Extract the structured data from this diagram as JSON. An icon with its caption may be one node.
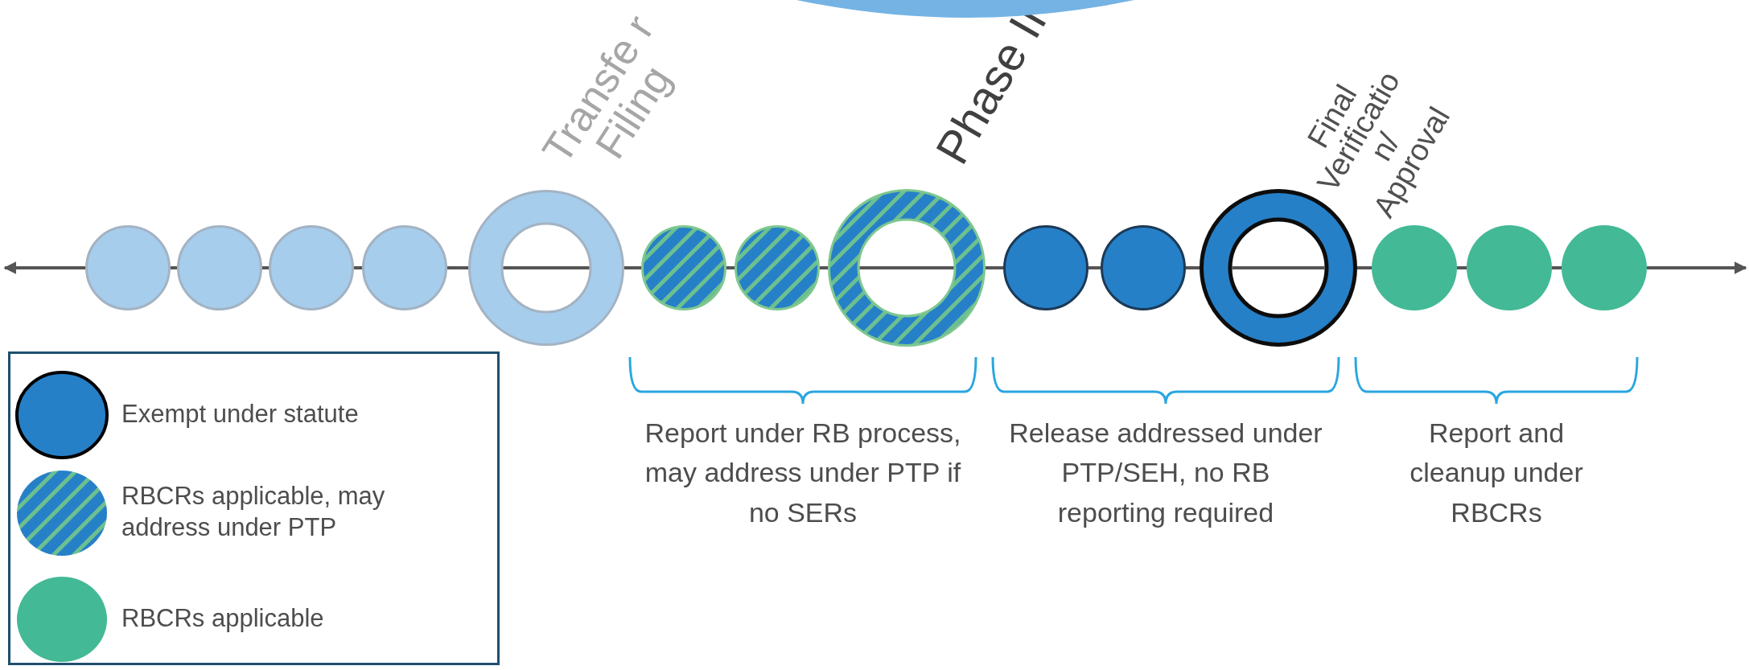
{
  "diagram": {
    "nodes": [
      {
        "text": [],
        "shape": "circle"
      },
      {
        "text": [],
        "shape": "circle"
      },
      {
        "text": [],
        "shape": "circle"
      },
      {
        "text": [],
        "shape": "circle"
      },
      {
        "text": [],
        "shape": "ring",
        "beside": [
          "Transfe r Filing"
        ]
      },
      {
        "text": [],
        "shape": "circle"
      },
      {
        "text": [],
        "shape": "circle"
      },
      {
        "text": [],
        "shape": "ring",
        "beside": [
          "Phase II"
        ]
      },
      {
        "text": [],
        "shape": "circle"
      },
      {
        "text": [],
        "shape": "circle"
      },
      {
        "text": [],
        "shape": "ring",
        "beside": [
          "Final Verificatio n/ Approval"
        ]
      },
      {
        "text": [],
        "shape": "circle"
      },
      {
        "text": [],
        "shape": "circle"
      },
      {
        "text": [],
        "shape": "circle"
      },
      {
        "text": [],
        "shape": "ellipse"
      }
    ],
    "edges": [
      {
        "from": 0,
        "to": null,
        "arrow": "to"
      },
      {
        "from": 0,
        "to": 1,
        "arrow": "none"
      },
      {
        "from": 1,
        "to": 2,
        "arrow": "none"
      },
      {
        "from": 2,
        "to": 3,
        "arrow": "none"
      },
      {
        "from": 3,
        "to": 4,
        "arrow": "none"
      },
      {
        "from": 4,
        "to": 5,
        "arrow": "none"
      },
      {
        "from": 5,
        "to": 6,
        "arrow": "none"
      },
      {
        "from": 6,
        "to": 7,
        "arrow": "none"
      },
      {
        "from": 7,
        "to": 8,
        "arrow": "none"
      },
      {
        "from": 8,
        "to": 9,
        "arrow": "none"
      },
      {
        "from": 9,
        "to": 10,
        "arrow": "none"
      },
      {
        "from": 10,
        "to": 11,
        "arrow": "none"
      },
      {
        "from": 11,
        "to": 12,
        "arrow": "none"
      },
      {
        "from": 12,
        "to": 13,
        "arrow": "none"
      },
      {
        "from": 13,
        "to": null,
        "arrow": "to"
      }
    ],
    "labels": [
      "Report under RB process, may address under PTP if no SERs",
      "Release addressed under PTP/SEH, no RB reporting required",
      "Report and cleanup under RBCRs"
    ],
    "legend": [
      {
        "text": "Exempt under statute",
        "color": "#2680c8"
      },
      {
        "text": "RBCRs applicable, may address under PTP"
      },
      {
        "text": "RBCRs applicable",
        "color": "#43b995"
      }
    ]
  }
}
